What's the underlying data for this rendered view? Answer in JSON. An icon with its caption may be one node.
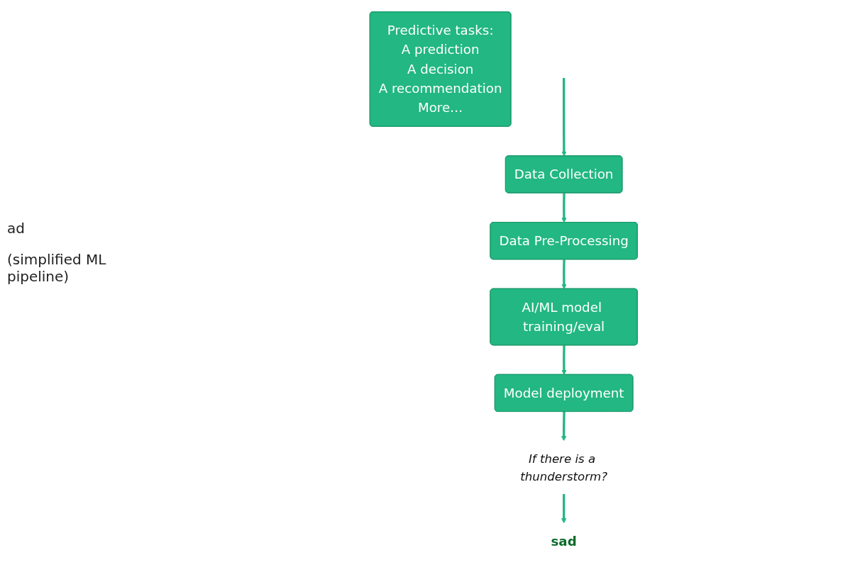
{
  "diagram": {
    "nodes": [
      {
        "text": [
          "Data Collection"
        ]
      },
      {
        "text": [
          "Data Pre-Processing"
        ]
      },
      {
        "text": [
          "AI/ML model training/eval"
        ]
      },
      {
        "text": [
          "Model deployment"
        ]
      },
      {
        "text": [
          "Predictive tasks:",
          "A prediction",
          "A decision",
          "A recommendation",
          "More…"
        ]
      },
      {
        "text": [
          "If there is a thunderstorm?"
        ]
      },
      {
        "text": [
          "sad"
        ]
      }
    ],
    "edges": [
      {
        "from": null,
        "to": 0,
        "arrow": "to"
      },
      {
        "from": 0,
        "to": 1,
        "arrow": "to"
      },
      {
        "from": 1,
        "to": 2,
        "arrow": "to"
      },
      {
        "from": 2,
        "to": 3,
        "arrow": "to"
      },
      {
        "from": 3,
        "to": 5,
        "arrow": "to"
      },
      {
        "from": 5,
        "to": 6,
        "arrow": "to"
      }
    ],
    "labels": [
      "ad",
      "(simplified ML pipeline)"
    ]
  }
}
